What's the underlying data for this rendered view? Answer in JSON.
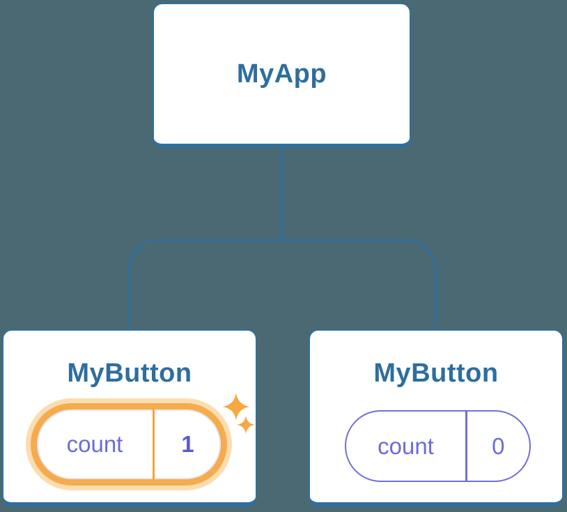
{
  "colors": {
    "background": "#4B6972",
    "node_fill": "#FFFFFF",
    "node_border": "#2F6F9F",
    "node_text": "#2E6E9E",
    "edge": "#2F6F9F",
    "state_text": "#6B6BDB",
    "state_value_highlighted_text": "#5A5AD0",
    "highlight_ring": "#F6AB4C",
    "highlight_halo": "#FBDDB0",
    "sparkle": "#F6A842"
  },
  "tree": {
    "root": {
      "label": "MyApp"
    },
    "children": [
      {
        "label": "MyButton",
        "highlighted": true,
        "state": {
          "key": "count",
          "value": "1"
        },
        "icons": [
          "sparkle-icon",
          "sparkle-icon-small"
        ]
      },
      {
        "label": "MyButton",
        "highlighted": false,
        "state": {
          "key": "count",
          "value": "0"
        }
      }
    ]
  }
}
